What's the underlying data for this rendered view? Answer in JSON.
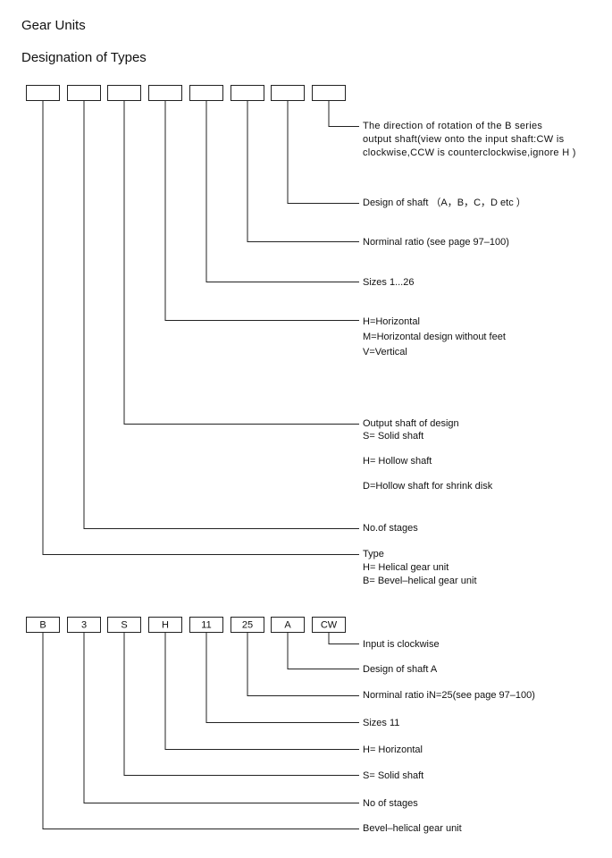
{
  "title": "Gear Units",
  "subtitle": "Designation of Types",
  "generic": {
    "labels": [
      {
        "lines": [
          "The direction of rotation of the B series",
          "output shaft(view onto the input shaft:CW is",
          "clockwise,CCW is counterclockwise,ignore H )"
        ]
      },
      {
        "lines": [
          "Design of shaft （A，B，C，D etc ）"
        ]
      },
      {
        "lines": [
          "Norminal ratio (see page 97–100)"
        ]
      },
      {
        "lines": [
          "Sizes   1...26"
        ]
      },
      {
        "lines": [
          "H=Horizontal",
          "M=Horizontal design without feet",
          "V=Vertical"
        ]
      },
      {
        "lines": [
          "Output shaft of design",
          "S= Solid shaft",
          "",
          "H= Hollow shaft",
          "",
          "D=Hollow shaft for shrink disk"
        ]
      },
      {
        "lines": [
          "No.of stages"
        ]
      },
      {
        "lines": [
          "Type",
          "H= Helical gear unit",
          "B= Bevel–helical gear unit"
        ]
      }
    ]
  },
  "example": {
    "boxes": [
      "B",
      "3",
      "S",
      "H",
      "11",
      "25",
      "A",
      "CW"
    ],
    "labels": [
      "Input is clockwise",
      "Design of shaft A",
      "Norminal ratio iN=25(see page 97–100)",
      "Sizes  11",
      "H= Horizontal",
      "S= Solid shaft",
      "No of stages",
      "Bevel–helical gear unit"
    ]
  }
}
